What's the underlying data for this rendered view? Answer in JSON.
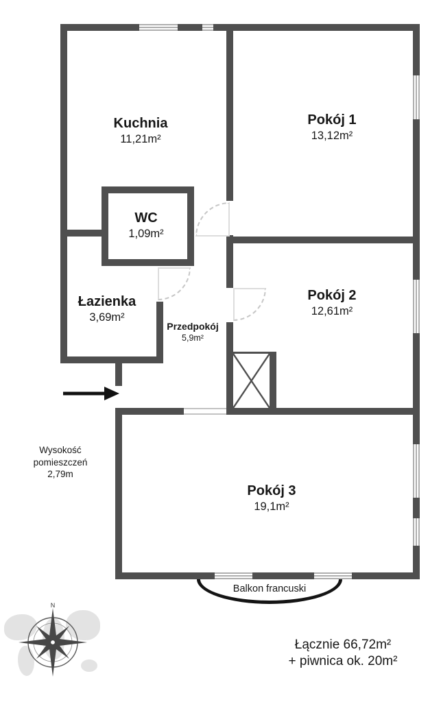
{
  "rooms": {
    "kuchnia": {
      "name": "Kuchnia",
      "area": "11,21m²"
    },
    "pokoj1": {
      "name": "Pokój 1",
      "area": "13,12m²"
    },
    "wc": {
      "name": "WC",
      "area": "1,09m²"
    },
    "lazienka": {
      "name": "Łazienka",
      "area": "3,69m²"
    },
    "przedpokoj": {
      "name": "Przedpokój",
      "area": "5,9m²"
    },
    "pokoj2": {
      "name": "Pokój 2",
      "area": "12,61m²"
    },
    "pokoj3": {
      "name": "Pokój 3",
      "area": "19,1m²"
    },
    "balkon": {
      "name": "Balkon francuski"
    }
  },
  "annotations": {
    "height_label": "Wysokość pomieszczeń",
    "height_value": "2,79m",
    "total": "Łącznie 66,72m²",
    "basement": "+ piwnica ok. 20m²",
    "compass_north": "N"
  },
  "colors": {
    "wall": "#4f4f4f",
    "text": "#161616",
    "window_line": "#aeaeae",
    "door_arc": "#c6c6c6",
    "balcony_arc": "#141414"
  }
}
